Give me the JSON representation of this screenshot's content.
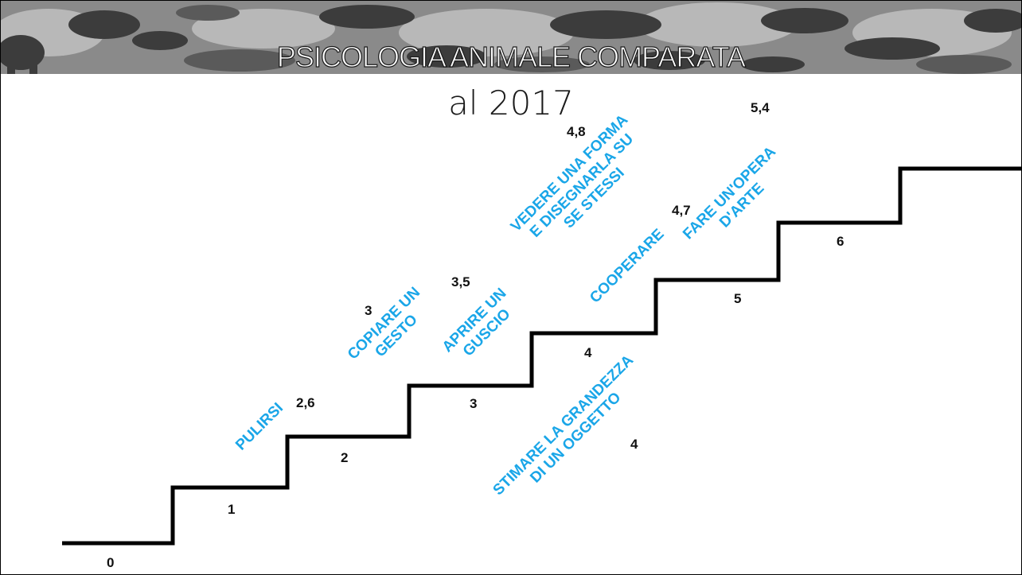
{
  "header": {
    "title": "PSICOLOGIA ANIMALE COMPARATA",
    "subtitle": "al 2017"
  },
  "step_labels": [
    "0",
    "1",
    "2",
    "3",
    "4",
    "5",
    "6"
  ],
  "skills": [
    {
      "label": "PULIRSI",
      "score": "2,6"
    },
    {
      "label": "COPIARE UN\nGESTO",
      "score": "3"
    },
    {
      "label": "APRIRE UN\nGUSCIO",
      "score": "3,5"
    },
    {
      "label": "STIMARE LA GRANDEZZA\nDI UN OGGETTO",
      "score": "4"
    },
    {
      "label": "COOPERARE",
      "score": "4,7"
    },
    {
      "label": "VEDERE UNA FORMA\nE DISEGNARLA SU\nSE STESSI",
      "score": "4,8"
    },
    {
      "label": "FARE UN'OPERA\nD'ARTE",
      "score": "5,4"
    }
  ],
  "colors": {
    "skill_text": "#1aa6e8",
    "stairs": "#000000",
    "banner_bg": "#6e6e6e"
  }
}
